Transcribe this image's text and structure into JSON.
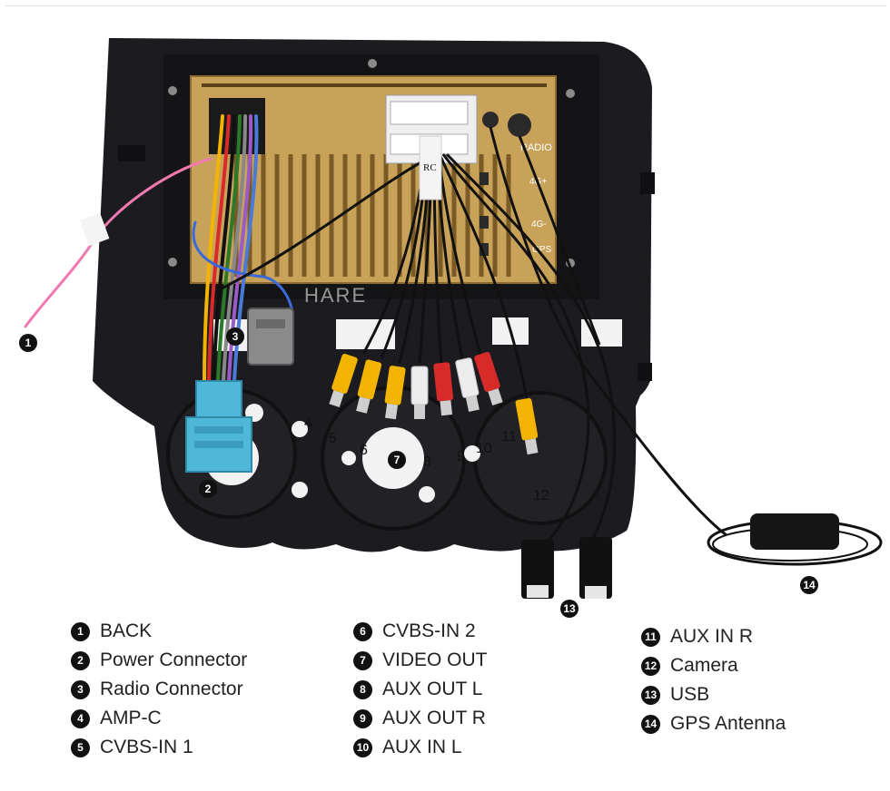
{
  "callouts": [
    "1",
    "2",
    "3",
    "4",
    "5",
    "6",
    "7",
    "8",
    "9",
    "10",
    "11",
    "12",
    "13",
    "14"
  ],
  "unit_labels": {
    "radio": "RADIO",
    "fourg_plus": "4G+",
    "fourg_minus": "4G-",
    "gps": "GPS",
    "cable_rc": "RC",
    "watermark": "HARE"
  },
  "legend": [
    {
      "num": "1",
      "label": "BACK"
    },
    {
      "num": "2",
      "label": "Power Connector"
    },
    {
      "num": "3",
      "label": "Radio Connector"
    },
    {
      "num": "4",
      "label": "AMP-C"
    },
    {
      "num": "5",
      "label": "CVBS-IN 1"
    },
    {
      "num": "6",
      "label": "CVBS-IN 2"
    },
    {
      "num": "7",
      "label": "VIDEO OUT"
    },
    {
      "num": "8",
      "label": "AUX OUT L"
    },
    {
      "num": "9",
      "label": "AUX OUT R"
    },
    {
      "num": "10",
      "label": "AUX IN L"
    },
    {
      "num": "11",
      "label": "AUX IN R"
    },
    {
      "num": "12",
      "label": "Camera"
    },
    {
      "num": "13",
      "label": "USB"
    },
    {
      "num": "14",
      "label": "GPS Antenna"
    }
  ],
  "colors": {
    "frame": "#1c1c20",
    "heatsink": "#c9a25a",
    "connector_blue": "#4fb7d8",
    "rca_yellow": "#f2b400",
    "rca_white": "#ececec",
    "rca_red": "#d92a2a",
    "pink_wire": "#f07ab0"
  }
}
